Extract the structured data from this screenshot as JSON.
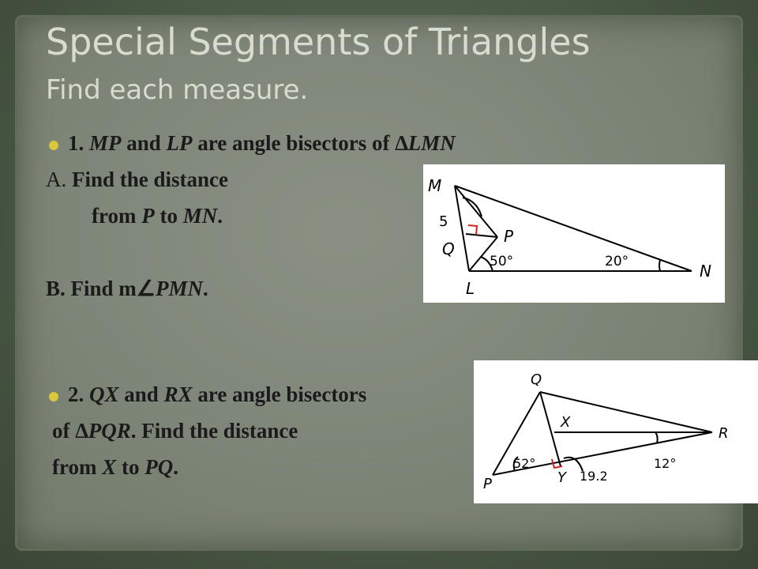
{
  "slide": {
    "title": "Special Segments of Triangles",
    "subtitle": "Find each measure."
  },
  "problem1": {
    "p1": "1. ",
    "mp": "MP",
    "p2": " and ",
    "lp": "LP",
    "p3": " are angle bisectors of ∆",
    "lmn": "LMN",
    "partA_label": "A. ",
    "partA_text": "Find the distance",
    "partA_l2a": "from ",
    "partA_p": "P",
    "partA_l2b": " to ",
    "partA_mn": "MN",
    "partA_dot": ".",
    "partB_text": "B. Find m",
    "partB_angle": "∠",
    "partB_pmn": "PMN",
    "partB_dot": "."
  },
  "problem2": {
    "p1": "2. ",
    "qx": "QX",
    "p2": " and ",
    "rx": "RX",
    "p3": " are angle bisectors",
    "l2a": "of ",
    "l2b": "∆PQR",
    "l2c": ". Find the distance",
    "l3a": "from ",
    "l3x": "X",
    "l3b": " to ",
    "l3pq": "PQ",
    "l3c": "."
  },
  "figure1": {
    "M": "M",
    "Q": "Q",
    "P": "P",
    "L": "L",
    "N": "N",
    "side": "5",
    "angle_p": "50°",
    "angle_n": "20°"
  },
  "figure2": {
    "Q": "Q",
    "X": "X",
    "R": "R",
    "P": "P",
    "Y": "Y",
    "angle_p": "52°",
    "angle_r": "12°",
    "length_y": "19.2"
  },
  "colors": {
    "bullet": "#d9c63b",
    "title": "#d8dcd0",
    "body_text": "#1a1a1a",
    "mark": "#d62020"
  }
}
